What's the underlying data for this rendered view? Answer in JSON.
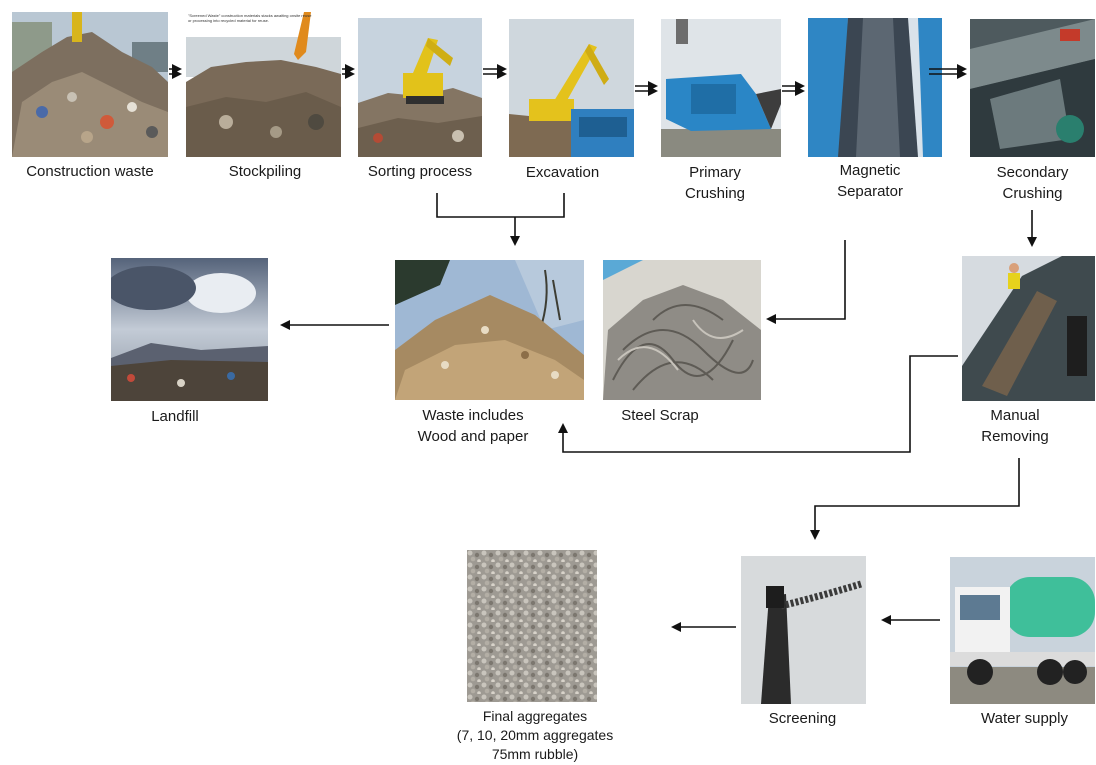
{
  "steps": {
    "construction_waste": {
      "label": [
        "Construction waste"
      ]
    },
    "stockpiling": {
      "label": [
        "Stockpiling"
      ],
      "photo_caption": "\"Screened Waste\" construction materials stacks awaiting onsite reuse or processing into recycled material for reuse."
    },
    "sorting_process": {
      "label": [
        "Sorting process"
      ]
    },
    "excavation": {
      "label": [
        "Excavation"
      ]
    },
    "primary_crushing": {
      "label": [
        "Primary",
        "Crushing"
      ]
    },
    "magnetic_separator": {
      "label": [
        "Magnetic",
        "Separator"
      ]
    },
    "secondary_crushing": {
      "label": [
        "Secondary",
        "Crushing"
      ]
    },
    "manual_removing": {
      "label": [
        "Manual",
        "Removing"
      ]
    },
    "steel_scrap": {
      "label": [
        "Steel Scrap"
      ]
    },
    "waste_wood_paper": {
      "label": [
        "Waste includes",
        "Wood and paper"
      ]
    },
    "landfill": {
      "label": [
        "Landfill"
      ]
    },
    "screening": {
      "label": [
        "Screening"
      ]
    },
    "water_supply": {
      "label": [
        "Water supply"
      ]
    },
    "final_aggregates": {
      "label": [
        "Final aggregates",
        "(7, 10, 20mm aggregates",
        "75mm rubble)"
      ]
    }
  },
  "colors": {
    "arrow": "#111111",
    "label_text": "#1a1a1a"
  }
}
